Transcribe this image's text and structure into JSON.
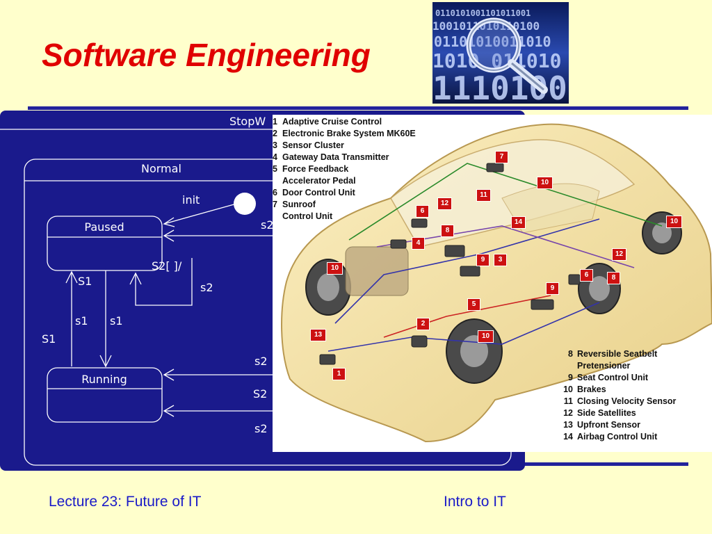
{
  "slide": {
    "title": "Software Engineering",
    "footer_left": "Lecture 23: Future of IT",
    "footer_right": "Intro to IT"
  },
  "statechart": {
    "title": "StopW",
    "superstate": "Normal",
    "init_label": "init",
    "states": {
      "paused": "Paused",
      "running": "Running"
    },
    "transitions": {
      "paused_to_running": "s1",
      "running_to_paused_upper": "S1",
      "running_to_paused_left": "S1",
      "running_to_paused_middle": "s1",
      "self_loop_guard": "S2[ ]/",
      "self_loop_event": "s2",
      "right_paused": "s2",
      "right_running_1": "s2",
      "right_running_2": "S2",
      "right_running_3": "s2"
    }
  },
  "car": {
    "legend_top": [
      {
        "num": "1",
        "label": "Adaptive Cruise Control"
      },
      {
        "num": "2",
        "label": "Electronic Brake System MK60E"
      },
      {
        "num": "3",
        "label": "Sensor Cluster"
      },
      {
        "num": "4",
        "label": "Gateway Data Transmitter"
      },
      {
        "num": "5",
        "label": "Force Feedback",
        "cont": "Accelerator Pedal"
      },
      {
        "num": "6",
        "label": "Door Control Unit"
      },
      {
        "num": "7",
        "label": "Sunroof",
        "cont": "Control Unit"
      }
    ],
    "legend_bottom": [
      {
        "num": "8",
        "label": "Reversible Seatbelt",
        "cont": "Pretensioner"
      },
      {
        "num": "9",
        "label": "Seat Control Unit"
      },
      {
        "num": "10",
        "label": "Brakes"
      },
      {
        "num": "11",
        "label": "Closing Velocity Sensor"
      },
      {
        "num": "12",
        "label": "Side Satellites"
      },
      {
        "num": "13",
        "label": "Upfront Sensor"
      },
      {
        "num": "14",
        "label": "Airbag Control Unit"
      }
    ],
    "callouts": [
      "7",
      "10",
      "11",
      "12",
      "6",
      "14",
      "8",
      "4",
      "9",
      "3",
      "10",
      "12",
      "6",
      "8",
      "9",
      "5",
      "2",
      "10",
      "13",
      "1",
      "10"
    ]
  },
  "colors": {
    "title_red": "#e00000",
    "footer_blue": "#1a1ac8",
    "rule_navy": "#22229c",
    "statechart_bg": "#1a1a8c",
    "callout_red": "#cc1111"
  },
  "icons": {
    "logo": "binary-magnifier-icon",
    "init": "initial-state-dot-icon"
  }
}
